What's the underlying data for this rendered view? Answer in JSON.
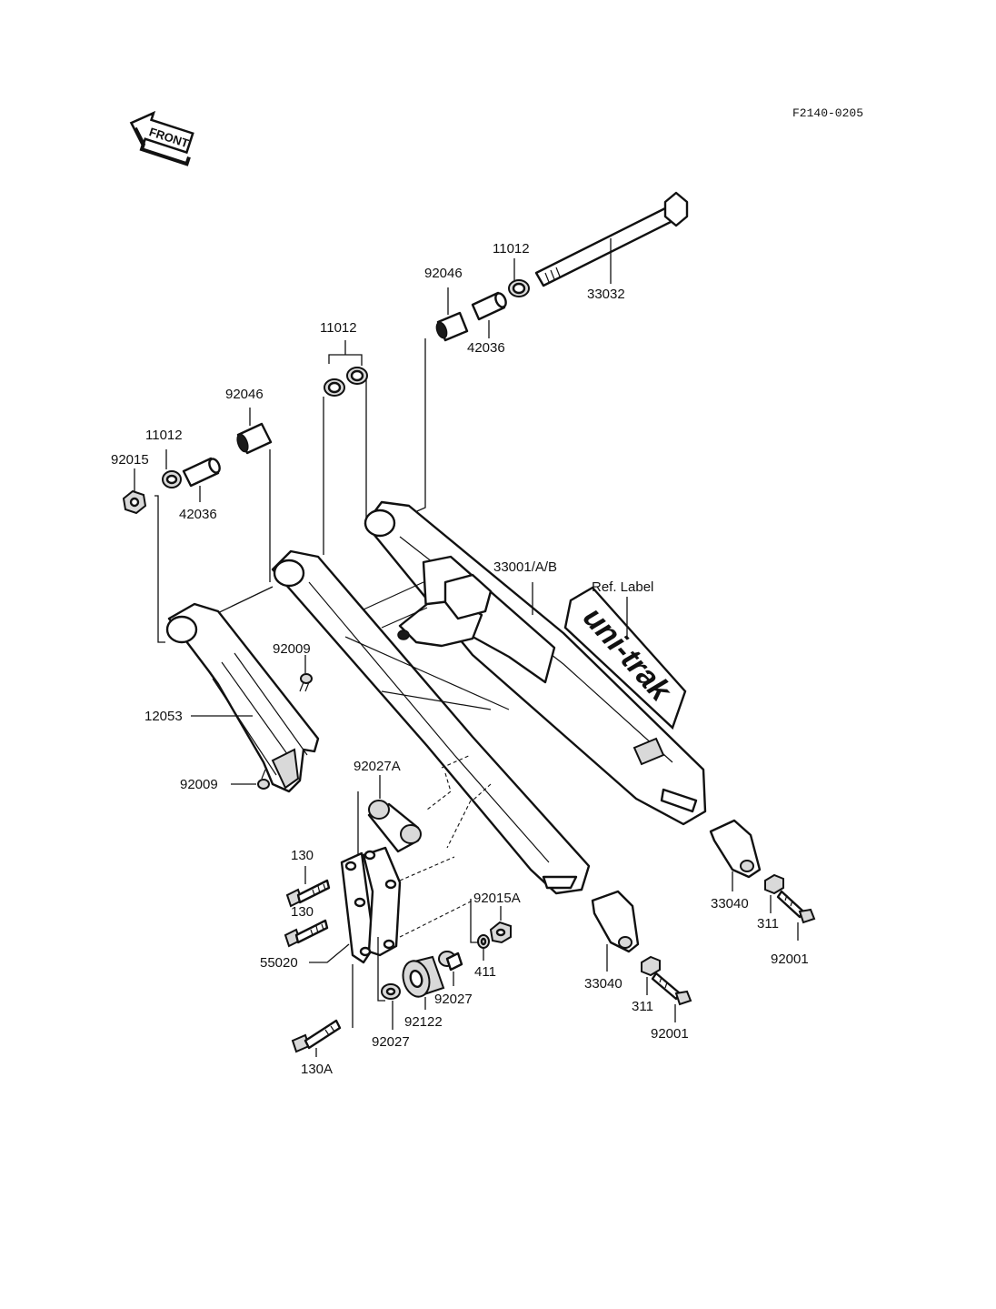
{
  "figure_code": "F2140-0205",
  "front_arrow": {
    "text": "FRONT"
  },
  "ref_label": {
    "text": "Ref. Label",
    "decal_text": "uni-trak"
  },
  "labels": {
    "p33032": "33032",
    "p11012_top": "11012",
    "p92046_top": "92046",
    "p42036_top": "42036",
    "p11012_mid": "11012",
    "p92046_left": "92046",
    "p11012_left": "11012",
    "p92015": "92015",
    "p42036_left": "42036",
    "p33001": "33001/A/B",
    "p92009_a": "92009",
    "p12053": "12053",
    "p92009_b": "92009",
    "p92027A": "92027A",
    "p130_a": "130",
    "p130_b": "130",
    "p55020": "55020",
    "p92015A": "92015A",
    "p411": "411",
    "p92027_a": "92027",
    "p92122": "92122",
    "p92027_b": "92027",
    "p130A": "130A",
    "p33040_a": "33040",
    "p311_a": "311",
    "p92001_a": "92001",
    "p33040_b": "33040",
    "p311_b": "311",
    "p92001_b": "92001"
  }
}
